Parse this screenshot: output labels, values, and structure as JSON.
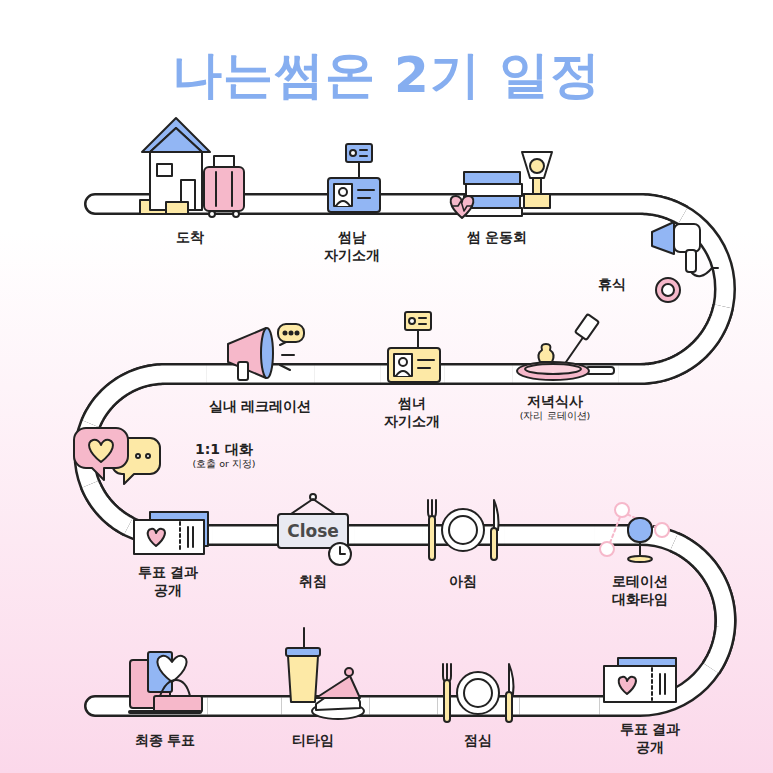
{
  "diagram": {
    "title": "나는썸온 2기 일정",
    "nodes": [
      {
        "text": [
          "도착"
        ]
      },
      {
        "text": [
          "썸남 자기소개"
        ]
      },
      {
        "text": [
          "썸 운동회"
        ]
      },
      {
        "text": [
          "휴식"
        ]
      },
      {
        "text": [
          "저녁식사",
          "(자리 로테이션)"
        ]
      },
      {
        "text": [
          "썸녀 자기소개"
        ]
      },
      {
        "text": [
          "실내 레크레이션"
        ]
      },
      {
        "text": [
          "1:1 대화",
          "(호출 or 지정)"
        ]
      },
      {
        "text": [
          "투표 결과 공개"
        ]
      },
      {
        "text": [
          "취침"
        ]
      },
      {
        "text": [
          "아침"
        ]
      },
      {
        "text": [
          "로테이션 대화타임"
        ]
      },
      {
        "text": [
          "투표 결과 공개"
        ]
      },
      {
        "text": [
          "점심"
        ]
      },
      {
        "text": [
          "티타임"
        ]
      },
      {
        "text": [
          "최종 투표"
        ]
      }
    ],
    "edges": [
      {
        "from": 0,
        "to": 1,
        "arrow": "none"
      },
      {
        "from": 1,
        "to": 2,
        "arrow": "none"
      },
      {
        "from": 2,
        "to": 3,
        "arrow": "none"
      },
      {
        "from": 3,
        "to": 4,
        "arrow": "none"
      },
      {
        "from": 4,
        "to": 5,
        "arrow": "none"
      },
      {
        "from": 5,
        "to": 6,
        "arrow": "none"
      },
      {
        "from": 6,
        "to": 7,
        "arrow": "none"
      },
      {
        "from": 7,
        "to": 8,
        "arrow": "none"
      },
      {
        "from": 8,
        "to": 9,
        "arrow": "none"
      },
      {
        "from": 9,
        "to": 10,
        "arrow": "none"
      },
      {
        "from": 10,
        "to": 11,
        "arrow": "none"
      },
      {
        "from": 11,
        "to": 12,
        "arrow": "none"
      },
      {
        "from": 12,
        "to": 13,
        "arrow": "none"
      },
      {
        "from": 13,
        "to": 14,
        "arrow": "none"
      },
      {
        "from": 14,
        "to": 15,
        "arrow": "none"
      }
    ],
    "labels": [
      "Close"
    ]
  }
}
